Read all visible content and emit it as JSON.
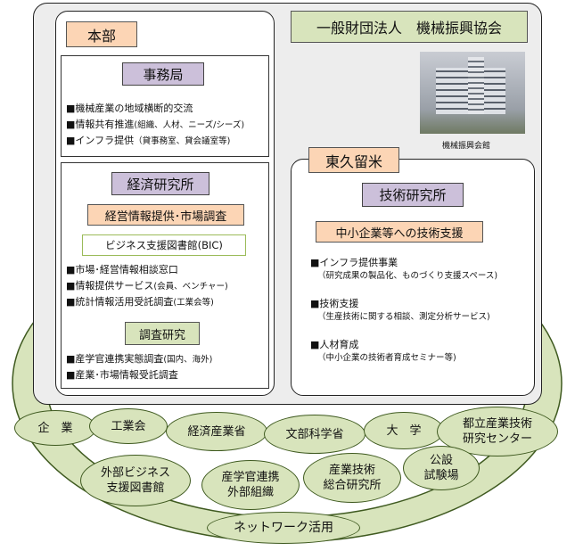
{
  "org_name": "一般財団法人　機械振興協会",
  "photo_caption": "機械振興会館",
  "honbu": {
    "title": "本部",
    "jimukyoku": {
      "title": "事務局",
      "items": [
        {
          "main": "■機械産業の地域横断的交流",
          "sub": ""
        },
        {
          "main": "■情報共有推進",
          "sub": "(組織、人材、ニーズ/シーズ)"
        },
        {
          "main": "■インフラ提供",
          "sub": "（貸事務室、貸会議室等)"
        }
      ]
    },
    "keizai": {
      "title": "経済研究所",
      "section1": "経営情報提供･市場調査",
      "section1_sub": "ビジネス支援図書館(BIC)",
      "items1": [
        {
          "main": "■市場･経営情報相談窓口",
          "sub": ""
        },
        {
          "main": "■情報提供サービス",
          "sub": "(会員、ベンチャー)"
        },
        {
          "main": "■統計情報活用受託調査",
          "sub": "(工業会等)"
        }
      ],
      "section2": "調査研究",
      "items2": [
        {
          "main": "■産学官連携実態調査",
          "sub": "(国内、海外)"
        },
        {
          "main": "■産業･市場情報受託調査",
          "sub": ""
        }
      ]
    }
  },
  "higashikurume": {
    "title": "東久留米",
    "gijutsu": {
      "title": "技術研究所",
      "section": "中小企業等への技術支援",
      "items": [
        {
          "main": "■インフラ提供事業",
          "sub": "（研究成果の製品化、ものづくり支援スペース)"
        },
        {
          "main": "■技術支援",
          "sub": "（生産技術に関する相談、測定分析サービス)"
        },
        {
          "main": "■人材育成",
          "sub": "（中小企業の技術者育成セミナー等)"
        }
      ]
    }
  },
  "network": {
    "partners_top": [
      "企　業",
      "工業会",
      "経済産業省",
      "文部科学省",
      "大　学",
      "都立産業技術\n研究センター"
    ],
    "partners_bottom": [
      "外部ビジネス\n支援図書館",
      "産学官連携\n外部組織",
      "産業技術\n総合研究所",
      "公設\n試験場"
    ],
    "label": "ネットワーク活用"
  },
  "colors": {
    "oval_fill": "#d8e4bc",
    "oval_stroke": "#3f5a20",
    "peach": "#fcd5b5",
    "green": "#d8e4bc",
    "lavender": "#ccc0da",
    "outer_bg": "#ededed"
  }
}
